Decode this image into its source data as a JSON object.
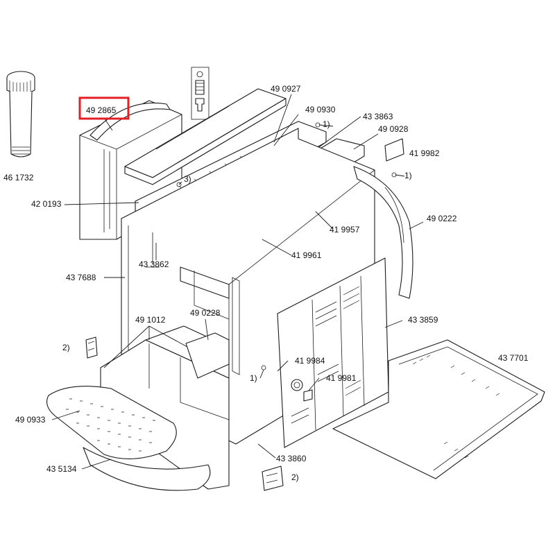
{
  "highlight": {
    "label": "49 2865",
    "color": "#e31e24"
  },
  "parts": [
    {
      "id": "p461732",
      "label": "46 1732"
    },
    {
      "id": "p490927",
      "label": "49 0927"
    },
    {
      "id": "p490930",
      "label": "49 0930"
    },
    {
      "id": "p433863",
      "label": "43 3863"
    },
    {
      "id": "p490928",
      "label": "49 0928"
    },
    {
      "id": "p419982",
      "label": "41 9982"
    },
    {
      "id": "p420193",
      "label": "42 0193"
    },
    {
      "id": "p419957",
      "label": "41 9957"
    },
    {
      "id": "p490222",
      "label": "49 0222"
    },
    {
      "id": "p433862",
      "label": "43 3862"
    },
    {
      "id": "p419961",
      "label": "41 9961"
    },
    {
      "id": "p437688",
      "label": "43 7688"
    },
    {
      "id": "p491012",
      "label": "49 1012"
    },
    {
      "id": "p490228",
      "label": "49 0228"
    },
    {
      "id": "p433859",
      "label": "43 3859"
    },
    {
      "id": "p437701",
      "label": "43 7701"
    },
    {
      "id": "p419984",
      "label": "41 9984"
    },
    {
      "id": "p419981",
      "label": "41 9981"
    },
    {
      "id": "p490933",
      "label": "49 0933"
    },
    {
      "id": "p433860",
      "label": "43 3860"
    },
    {
      "id": "p435134",
      "label": "43 5134"
    }
  ],
  "notes": [
    {
      "id": "n1a",
      "label": "1)"
    },
    {
      "id": "n1b",
      "label": "1)"
    },
    {
      "id": "n1c",
      "label": "1)"
    },
    {
      "id": "n2a",
      "label": "2)"
    },
    {
      "id": "n2b",
      "label": "2)"
    },
    {
      "id": "n3a",
      "label": "3)"
    }
  ]
}
